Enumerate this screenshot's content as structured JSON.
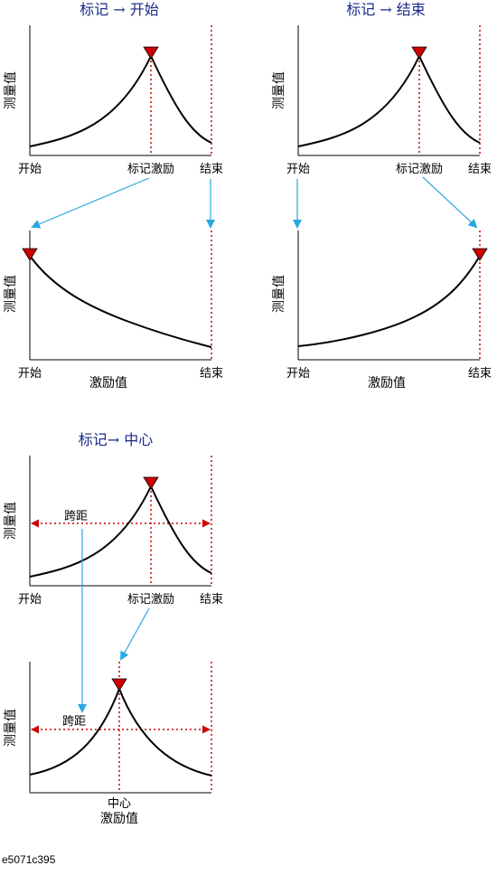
{
  "panels": {
    "start": {
      "title": "标记 → 开始",
      "ylabel": "测量值",
      "top_labels": {
        "start": "开始",
        "marker": "标记激励",
        "stop": "结束"
      },
      "bottom_labels": {
        "start": "开始",
        "stop": "结束",
        "xlabel": "激励值"
      }
    },
    "stop": {
      "title": "标记 → 结束",
      "ylabel": "测量值",
      "top_labels": {
        "start": "开始",
        "marker": "标记激励",
        "stop": "结束"
      },
      "bottom_labels": {
        "start": "开始",
        "stop": "结束",
        "xlabel": "激励值"
      }
    },
    "center": {
      "title": "标记→ 中心",
      "ylabel": "测量值",
      "span_label_top": "跨距",
      "span_label_bottom": "跨距",
      "top_labels": {
        "start": "开始",
        "marker": "标记激励",
        "stop": "结束"
      },
      "bottom_labels": {
        "center": "中心",
        "xlabel": "激励值"
      }
    }
  },
  "figure_id": "e5071c395",
  "colors": {
    "curve": "#000000",
    "marker": "#cc0000",
    "dotted": "#cc0000",
    "arrow": "#2aa8e0",
    "title": "#1a2a8a"
  }
}
